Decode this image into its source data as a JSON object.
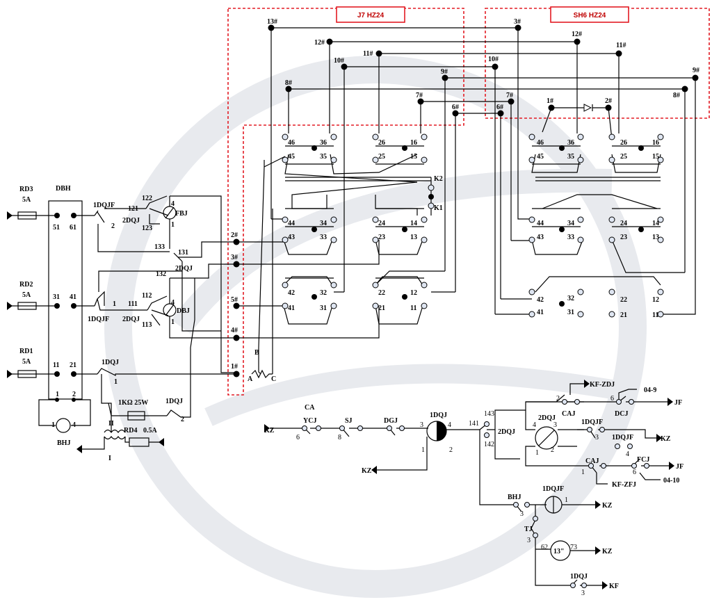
{
  "boxes": {
    "j7": "J7    HZ24",
    "sh6": "SH6    HZ24"
  },
  "power": {
    "rd3": "RD3",
    "rd3_rating": "5A",
    "rd2": "RD2",
    "rd2_rating": "5A",
    "rd1": "RD1",
    "rd1_rating": "5A",
    "dbh": "DBH",
    "bhj": "BHJ",
    "rd4": "RD4",
    "rd4_rating": "0.5A",
    "resistor": "1KΩ    25W",
    "winding_ii": "II",
    "winding_i": "I"
  },
  "dbh_terminals": [
    "51",
    "61",
    "31",
    "41",
    "11",
    "21",
    "1",
    "2",
    "1",
    "4"
  ],
  "relays": {
    "dqjf": "1DQJF",
    "dqj2": "2DQJ",
    "dqj1": "1DQJ",
    "fbj": "FBJ",
    "dbj": "DBJ"
  },
  "contacts": [
    "122",
    "121",
    "123",
    "133",
    "131",
    "132",
    "112",
    "111",
    "113",
    "4",
    "1",
    "2"
  ],
  "numbers": {
    "n1": "1#",
    "n2": "2#",
    "n3": "3#",
    "n4": "4#",
    "n5": "5#",
    "n6": "6#",
    "n7": "7#",
    "n8": "8#",
    "n9": "9#",
    "n10": "10#",
    "n11": "11#",
    "n12": "12#",
    "n13": "13#"
  },
  "switch_contacts": [
    "46",
    "36",
    "26",
    "16",
    "45",
    "35",
    "25",
    "15",
    "44",
    "34",
    "24",
    "14",
    "43",
    "33",
    "23",
    "13",
    "42",
    "32",
    "22",
    "12",
    "41",
    "31",
    "21",
    "11"
  ],
  "k_labels": {
    "k2": "K2",
    "k1": "K1"
  },
  "pot": {
    "a": "A",
    "b": "B",
    "c": "C"
  },
  "lower": {
    "ca": "CA",
    "ycj": "YCJ",
    "sj": "SJ",
    "dgj": "DGJ",
    "kz": "KZ",
    "dqj1": "1DQJ",
    "dqj2": "2DQJ",
    "dqjf": "1DQJF",
    "caj": "CAJ",
    "dcj": "DCJ",
    "fcj": "FCJ",
    "kf_zdj": "KF-ZDJ",
    "kf_zfj": "KF-ZFJ",
    "j049": "04-9",
    "j0410": "04-10",
    "jf": "JF",
    "bhj": "BHJ",
    "tj": "TJ",
    "timer": "13\"",
    "kf": "KF"
  },
  "lower_nums": [
    "6",
    "8",
    "3",
    "4",
    "1",
    "2",
    "141",
    "143",
    "142",
    "2",
    "4",
    "1",
    "3",
    "6",
    "1",
    "6",
    "4",
    "3",
    "62",
    "73",
    "3",
    "1",
    "3",
    "2",
    "1"
  ]
}
